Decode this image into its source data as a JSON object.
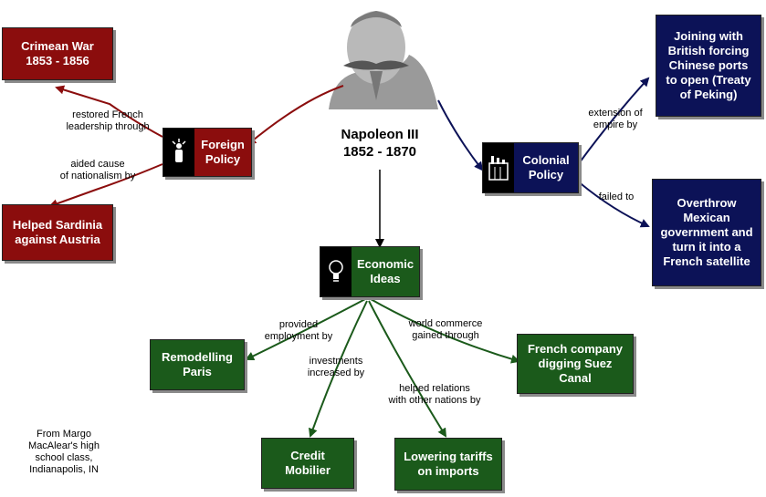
{
  "center": {
    "title": "Napoleon III\n1852 - 1870",
    "portrait": "napoleon-portrait-bust"
  },
  "hubs": {
    "foreign": {
      "label": "Foreign\nPolicy",
      "icon": "cannon-icon"
    },
    "colonial": {
      "label": "Colonial\nPolicy",
      "icon": "factory-icon"
    },
    "economic": {
      "label": "Economic\nIdeas",
      "icon": "lightbulb-icon"
    }
  },
  "nodes": {
    "crimean": "Crimean War\n1853 - 1856",
    "sardinia": "Helped Sardinia\nagainst Austria",
    "china": "Joining with\nBritish forcing\nChinese ports\nto open (Treaty\nof Peking)",
    "mexico": "Overthrow\nMexican\ngovernment and\nturn it into a\nFrench satellite",
    "paris": "Remodelling\nParis",
    "credit": "Credit\nMobilier",
    "tariffs": "Lowering tariffs\non imports",
    "suez": "French company\ndigging Suez\nCanal"
  },
  "links": {
    "crimean": "restored French\nleadership through",
    "sardinia": "aided cause\nof nationalism by",
    "china": "extension of\nempire by",
    "mexico": "failed to",
    "paris": "provided\nemployment by",
    "credit": "investments\nincreased by",
    "tariffs": "helped relations\nwith other nations by",
    "suez": "world commerce\ngained through"
  },
  "credit": "From Margo\nMacAlear's high\nschool class,\nIndianapolis, IN",
  "colors": {
    "foreign": "#8b0d0d",
    "colonial": "#0c1257",
    "economic": "#1b5a1b",
    "center_edge": "#000000"
  }
}
